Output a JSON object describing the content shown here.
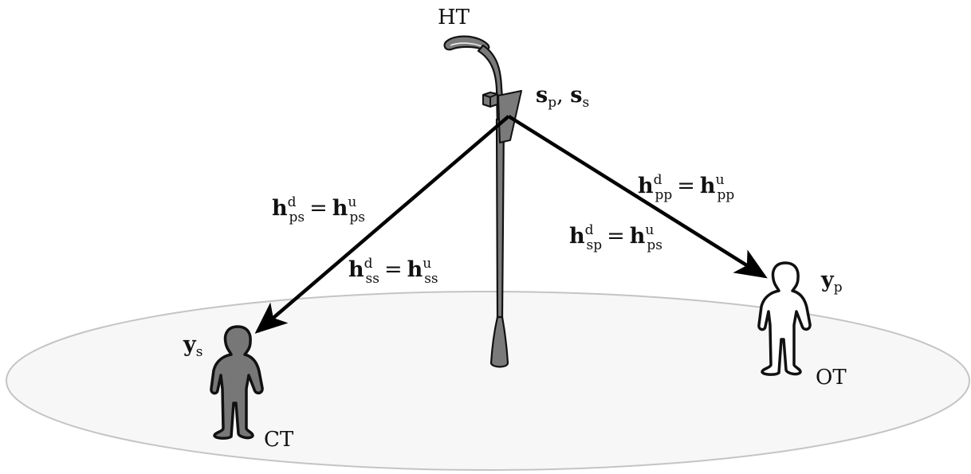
{
  "nodes": {
    "hub": {
      "label": "HT"
    },
    "cognitive": {
      "label": "CT"
    },
    "other": {
      "label": "OT"
    }
  },
  "signals": {
    "transmit": {
      "base1": "s",
      "sub1": "p",
      "sep": ", ",
      "base2": "s",
      "sub2": "s"
    },
    "y_s": {
      "base": "y",
      "sub": "s"
    },
    "y_p": {
      "base": "y",
      "sub": "p"
    }
  },
  "channels": {
    "ps": {
      "lhs_base": "h",
      "lhs_sub": "ps",
      "lhs_sup": "d",
      "eq": "=",
      "rhs_base": "h",
      "rhs_sub": "ps",
      "rhs_sup": "u"
    },
    "ss": {
      "lhs_base": "h",
      "lhs_sub": "ss",
      "lhs_sup": "d",
      "eq": "=",
      "rhs_base": "h",
      "rhs_sub": "ss",
      "rhs_sup": "u"
    },
    "pp": {
      "lhs_base": "h",
      "lhs_sub": "pp",
      "lhs_sup": "d",
      "eq": "=",
      "rhs_base": "h",
      "rhs_sub": "pp",
      "rhs_sup": "u"
    },
    "sp": {
      "lhs_base": "h",
      "lhs_sub": "sp",
      "lhs_sup": "d",
      "eq": "=",
      "rhs_base": "h",
      "rhs_sub": "ps",
      "rhs_sup": "u"
    }
  },
  "colors": {
    "ground_fill": "#f7f7f7",
    "ground_stroke": "#c4c4c4",
    "pole_fill": "#7a7a7a",
    "cognitive_terminal_fill": "#777777",
    "other_terminal_fill": "#ffffff",
    "outline": "#111111",
    "arrow": "#000000"
  },
  "icons": {
    "pole": "street-light-icon",
    "antenna": "antenna-panel-icon",
    "cognitive_terminal": "person-icon",
    "other_terminal": "person-icon"
  }
}
